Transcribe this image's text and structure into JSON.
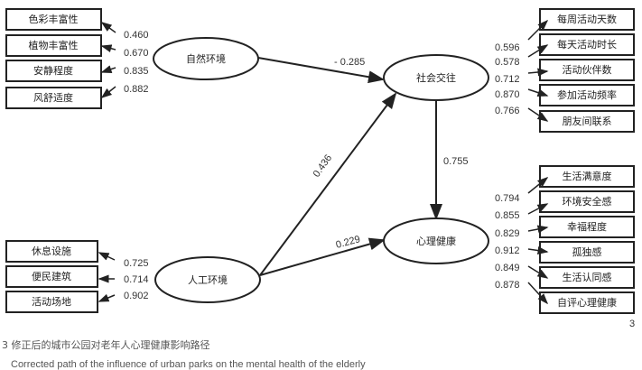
{
  "latent": {
    "natural": "自然环境",
    "social": "社会交往",
    "mental": "心理健康",
    "artificial": "人工环境"
  },
  "natural_indicators": [
    {
      "label": "色彩丰富性",
      "loading": "0.460"
    },
    {
      "label": "植物丰富性",
      "loading": "0.670"
    },
    {
      "label": "安静程度",
      "loading": "0.835"
    },
    {
      "label": "风舒适度",
      "loading": "0.882"
    }
  ],
  "artificial_indicators": [
    {
      "label": "休息设施",
      "loading": "0.725"
    },
    {
      "label": "便民建筑",
      "loading": "0.714"
    },
    {
      "label": "活动场地",
      "loading": "0.902"
    }
  ],
  "social_indicators": [
    {
      "label": "每周活动天数",
      "loading": "0.596"
    },
    {
      "label": "每天活动时长",
      "loading": "0.578"
    },
    {
      "label": "活动伙伴数",
      "loading": "0.712"
    },
    {
      "label": "参加活动频率",
      "loading": "0.870"
    },
    {
      "label": "朋友间联系",
      "loading": "0.766"
    }
  ],
  "mental_indicators": [
    {
      "label": "生活满意度",
      "loading": "0.794"
    },
    {
      "label": "环境安全感",
      "loading": "0.855"
    },
    {
      "label": "幸福程度",
      "loading": "0.829"
    },
    {
      "label": "孤独感",
      "loading": "0.912"
    },
    {
      "label": "生活认同感",
      "loading": "0.849"
    },
    {
      "label": "自评心理健康",
      "loading": "0.878"
    }
  ],
  "paths": {
    "natural_to_social": "- 0.285",
    "artificial_to_social": "0.436",
    "artificial_to_mental": "0.229",
    "social_to_mental": "0.755"
  },
  "page_number": "3",
  "caption_cn": "3 修正后的城市公园对老年人心理健康影响路径",
  "caption_en": "Corrected path of the influence of urban parks on the mental health of the elderly"
}
